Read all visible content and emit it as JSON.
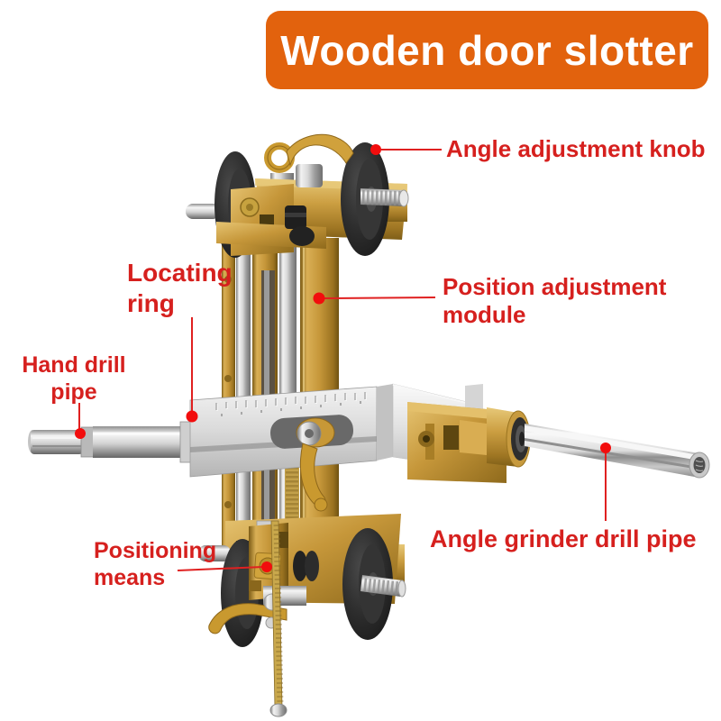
{
  "banner": {
    "title": "Wooden door slotter",
    "bg_color": "#E2620D",
    "text_color": "#FFFFFF"
  },
  "labels": {
    "angle_adjustment_knob": "Angle adjustment knob",
    "locating_ring": "Locating\nring",
    "position_adjustment_module": "Position adjustment\nmodule",
    "hand_drill_pipe": "Hand drill\npipe",
    "angle_grinder_drill_pipe": "Angle grinder drill pipe",
    "positioning_means": "Positioning\nmeans"
  },
  "annotation": {
    "text_color": "#D6201E",
    "line_color": "#E02020",
    "dot_color": "#F20D0D"
  },
  "machine": {
    "description": "wooden door slotter jig",
    "colors": {
      "gold_body": "#C6973A",
      "black_knobs": "#262626",
      "chrome_parts": "#D8D8D8",
      "brass_rod": "#C9A84C"
    }
  }
}
